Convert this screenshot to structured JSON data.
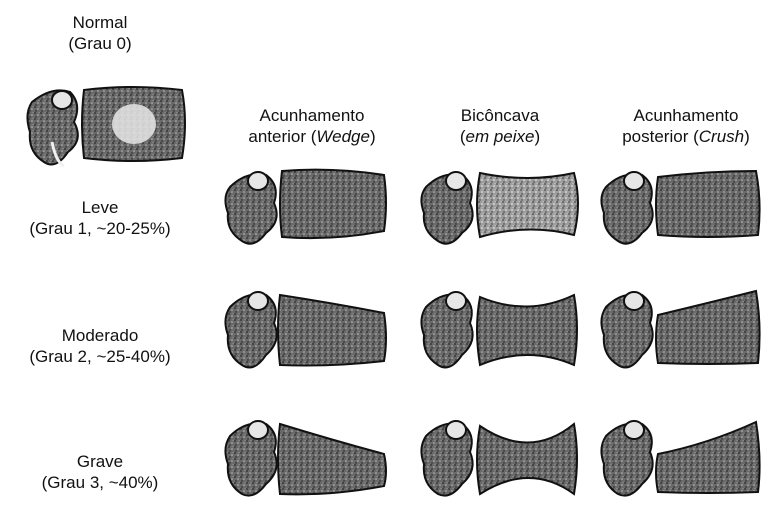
{
  "rows": [
    {
      "line1": "Normal",
      "line2": "(Grau 0)"
    },
    {
      "line1": "Leve",
      "line2": "(Grau 1, ~20-25%)"
    },
    {
      "line1": "Moderado",
      "line2": "(Grau 2, ~25-40%)"
    },
    {
      "line1": "Grave",
      "line2": "(Grau 3, ~40%)"
    }
  ],
  "columns": [
    {
      "line1": "Acunhamento",
      "line2_a": "anterior (",
      "line2_em": "Wedge",
      "line2_b": ")"
    },
    {
      "line1": "Bicôncava",
      "line2_a": "(",
      "line2_em": "em peixe",
      "line2_b": ")"
    },
    {
      "line1": "Acunhamento",
      "line2_a": "posterior (",
      "line2_em": "Crush",
      "line2_b": ")"
    }
  ]
}
